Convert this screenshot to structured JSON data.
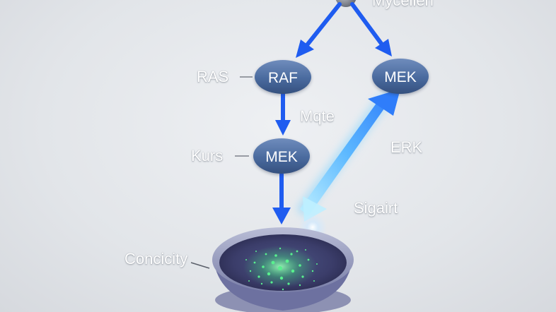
{
  "nodes": {
    "top_node_label": "Mycelien",
    "raf": "RAF",
    "mek_right": "MEK",
    "mek_left": "MEK"
  },
  "labels": {
    "ras": "RAS",
    "kinase": "Kurs",
    "mate": "Mqte",
    "erk": "ERK",
    "signal": "Sigairt",
    "conductivity": "Concicity"
  },
  "colors": {
    "node_fill": "#4a6a9e",
    "arrow_blue": "#1f5cf0",
    "glow_blue": "#5cc8ff",
    "particle_green": "#3de07a",
    "dish_dark": "#3e3f6e"
  }
}
